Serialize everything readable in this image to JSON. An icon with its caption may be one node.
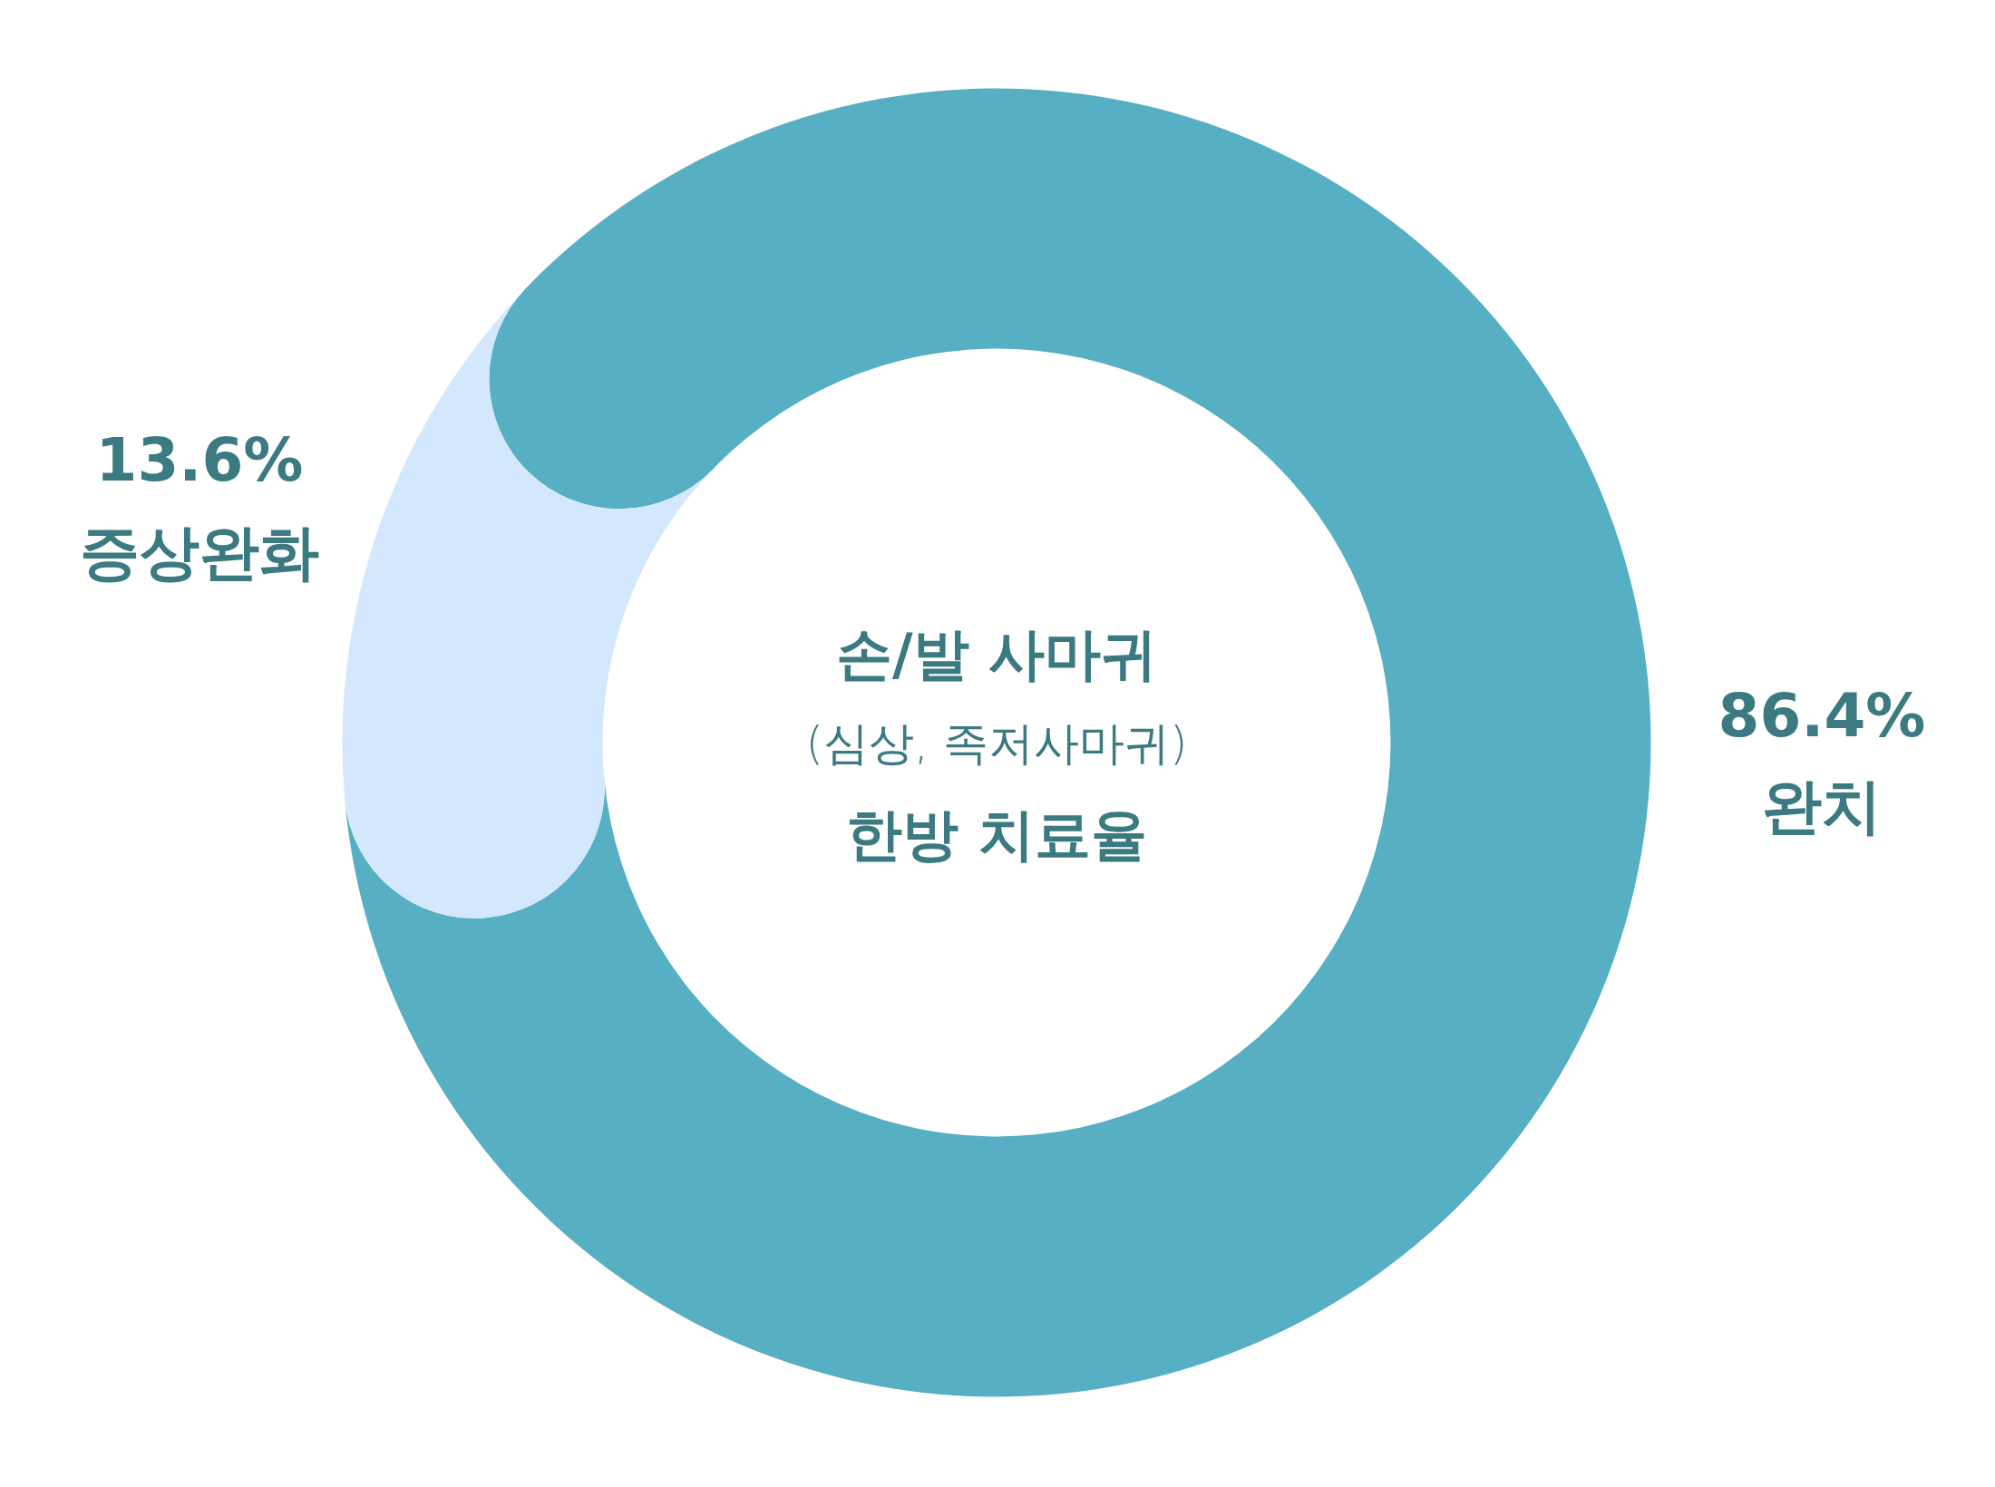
{
  "diagram": {
    "labels": [
      "손/발 사마귀",
      "(심상, 족저사마귀)",
      "한방 치료율"
    ],
    "chart_data": {
      "type": "donut",
      "categories": [
        "완치",
        "증상완화"
      ],
      "series": [
        {
          "colors": [
            "#56afc2",
            "#d4e8fd"
          ],
          "values": [
            86.4,
            13.6
          ]
        }
      ],
      "value_labels": [
        "86.4%",
        "13.6%"
      ]
    }
  }
}
